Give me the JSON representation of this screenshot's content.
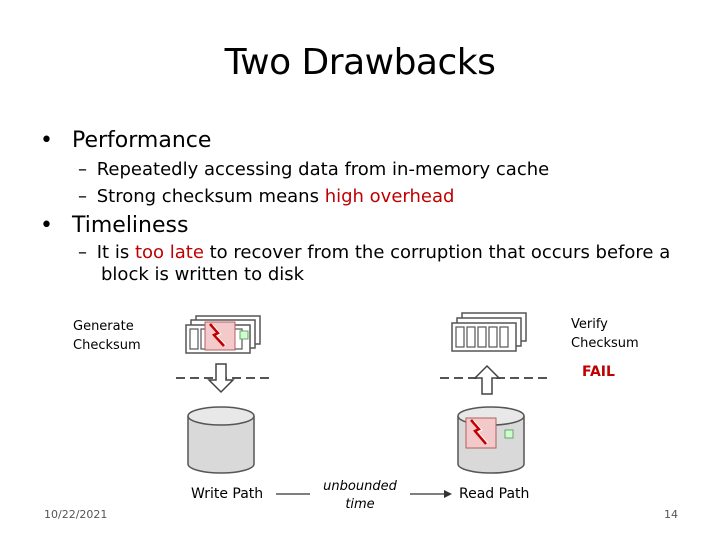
{
  "title": "Two Drawbacks",
  "bullets": {
    "performance": {
      "label": "Performance",
      "sub1": "Repeatedly accessing data from in-memory cache",
      "sub2_prefix": "Strong checksum means ",
      "sub2_highlight": "high overhead"
    },
    "timeliness": {
      "label": "Timeliness",
      "sub1_prefix": "It is ",
      "sub1_highlight": "too late",
      "sub1_mid": " to recover from the corruption that occurs before a",
      "sub1_line2": "block is written to disk"
    }
  },
  "diagram": {
    "generate_line1": "Generate",
    "generate_line2": "Checksum",
    "verify_line1": "Verify",
    "verify_line2": "Checksum",
    "fail": "FAIL",
    "write_path": "Write Path",
    "unbounded_line1": "unbounded",
    "unbounded_line2": "time",
    "read_path": "Read Path",
    "fail_color": "#c00000"
  },
  "footer": {
    "date": "10/22/2021",
    "page": "14"
  }
}
